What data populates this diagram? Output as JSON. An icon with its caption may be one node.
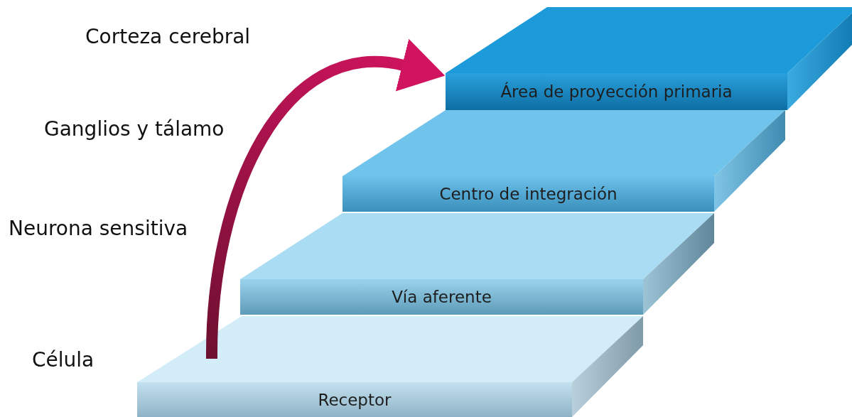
{
  "diagram": {
    "nodes": [
      {
        "text": [
          "Receptor"
        ]
      },
      {
        "text": [
          "Vía aferente"
        ]
      },
      {
        "text": [
          "Centro de integración"
        ]
      },
      {
        "text": [
          "Área de proyección primaria"
        ]
      }
    ],
    "edges": [
      {
        "from": 0,
        "to": 3,
        "arrow": "to"
      }
    ],
    "labels": [
      "Corteza cerebral",
      "Ganglios y tálamo",
      "Neurona sensitiva",
      "Célula"
    ]
  }
}
